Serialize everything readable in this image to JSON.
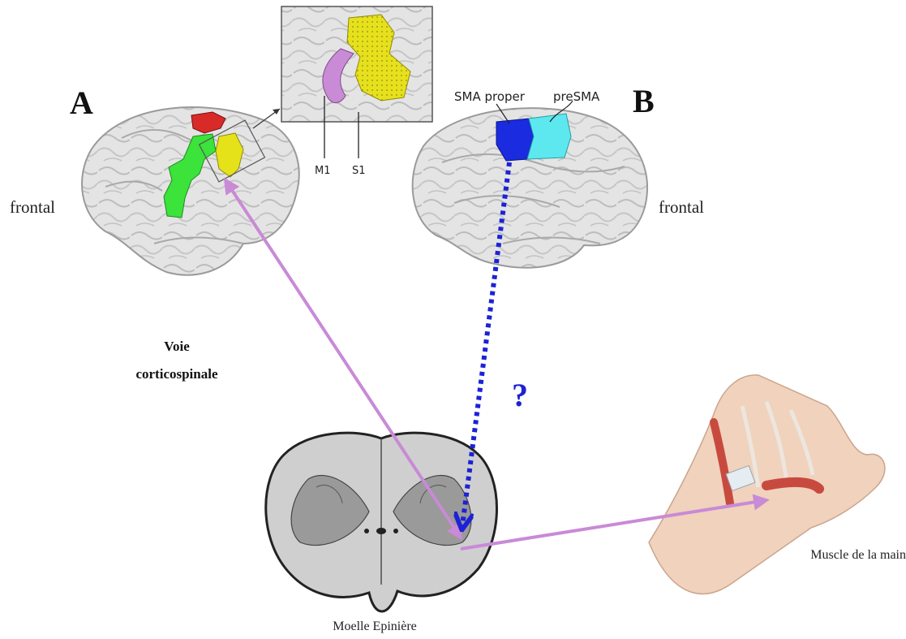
{
  "panel_a": {
    "letter": "A",
    "side_label": "frontal",
    "inset_labels": {
      "m1": "M1",
      "s1": "S1"
    }
  },
  "panel_b": {
    "letter": "B",
    "side_label": "frontal",
    "area_labels": {
      "sma_proper": "SMA proper",
      "pre_sma": "preSMA"
    }
  },
  "pathway": {
    "label_line1": "Voie",
    "label_line2": "corticospinale",
    "unknown_marker": "?"
  },
  "targets": {
    "spinal_cord": "Moelle Epinière",
    "muscle": "Muscle de la main"
  },
  "colors": {
    "corticospinal_arrow": "#c98ad6",
    "sma_arrow": "#1d22d6",
    "m1_area": "#c98ad6",
    "s1_area": "#e6e21a",
    "green_area": "#3be33b",
    "red_area": "#d92a2a",
    "sma_proper": "#1a2be0",
    "pre_sma": "#5de8f0"
  }
}
